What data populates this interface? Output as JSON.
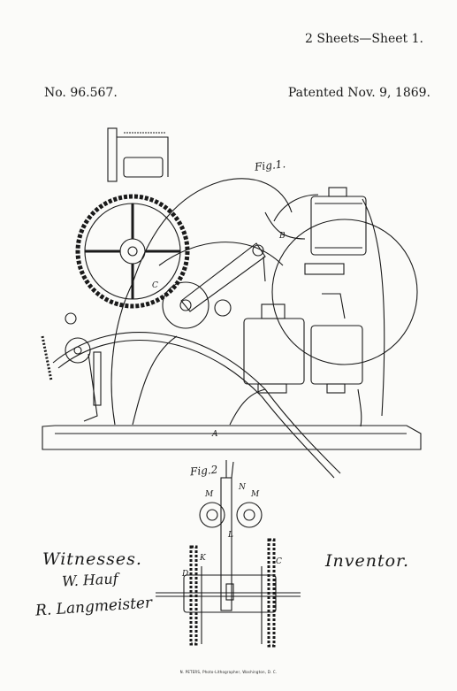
{
  "header": {
    "sheet": "2 Sheets—Sheet 1.",
    "patent_number": "No. 96.567.",
    "patented": "Patented Nov. 9, 1869."
  },
  "figures": {
    "fig1": "Fig.1.",
    "fig2": "Fig.2"
  },
  "letters": {
    "a": "A",
    "b": "B",
    "c": "C",
    "k": "K",
    "d": "D",
    "l": "L",
    "m1": "M",
    "m2": "M",
    "c2": "C",
    "n": "N"
  },
  "signatures": {
    "witnesses_label": "Witnesses.",
    "witness_1": "W. Hauf",
    "witness_2": "R. Langmeister",
    "inventor_label": "Inventor."
  },
  "footer": {
    "printer": "N. PETERS, Photo-Lithographer, Washington, D. C."
  }
}
